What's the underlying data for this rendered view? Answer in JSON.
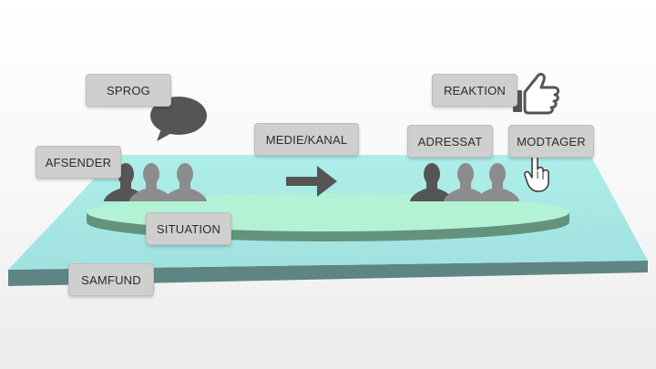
{
  "labels": {
    "samfund": "SAMFUND",
    "situation": "SITUATION",
    "afsender": "AFSENDER",
    "sprog": "SPROG",
    "medie_kanal": "MEDIE/KANAL",
    "reaktion": "REAKTION",
    "adressat": "ADRESSAT",
    "modtager": "MODTAGER"
  },
  "icons": {
    "speech": "speech-bubble-icon",
    "arrow": "arrow-right-icon",
    "like": "thumbs-up-icon",
    "cursor": "hand-pointer-icon",
    "people": "person-silhouette-icon"
  },
  "colors": {
    "platform_top": "#a6e8e6",
    "platform_side": "#5e8583",
    "ellipse_top": "#b4f2d6",
    "ellipse_side": "#64937d",
    "label_bg": "#cfcfcf",
    "icon_dark": "#555555",
    "icon_light": "#8c8c8c"
  }
}
